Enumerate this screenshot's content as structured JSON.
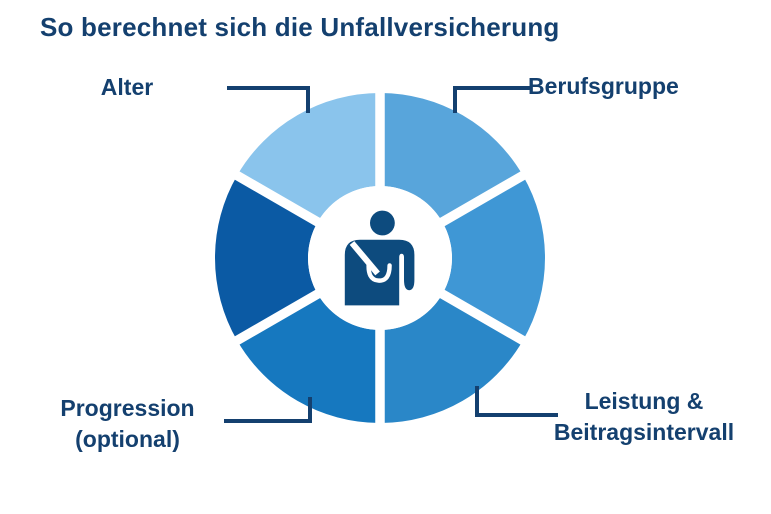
{
  "title": "So berechnet sich die Unfallversicherung",
  "colors": {
    "background": "#ffffff",
    "text_navy": "#14406f",
    "connector_navy": "#14406f",
    "icon_navy": "#0d4b7e",
    "divider_white": "#ffffff"
  },
  "labels": {
    "alter": "Alter",
    "berufsgruppe": "Berufsgruppe",
    "progression_line1": "Progression",
    "progression_line2": "(optional)",
    "leistung_line1": "Leistung &",
    "leistung_line2": "Beitragsintervall"
  },
  "chart_data": {
    "type": "pie",
    "variant": "donut",
    "title": "So berechnet sich die Unfallversicherung",
    "legend_position": "none",
    "grid": false,
    "center_icon": "injured-person-arm-sling-icon",
    "segments": [
      {
        "position": "top-right",
        "label": "Berufsgruppe",
        "value": 1,
        "color": "#58a5db"
      },
      {
        "position": "right",
        "label": "",
        "value": 1,
        "color": "#3f97d5"
      },
      {
        "position": "bottom-right",
        "label": "Leistung & Beitragsintervall",
        "value": 1,
        "color": "#2a87c8"
      },
      {
        "position": "bottom-left",
        "label": "Progression (optional)",
        "value": 1,
        "color": "#1678bf"
      },
      {
        "position": "left",
        "label": "",
        "value": 1,
        "color": "#0b5aa4"
      },
      {
        "position": "top-left",
        "label": "Alter",
        "value": 1,
        "color": "#8ac4ec"
      }
    ]
  }
}
